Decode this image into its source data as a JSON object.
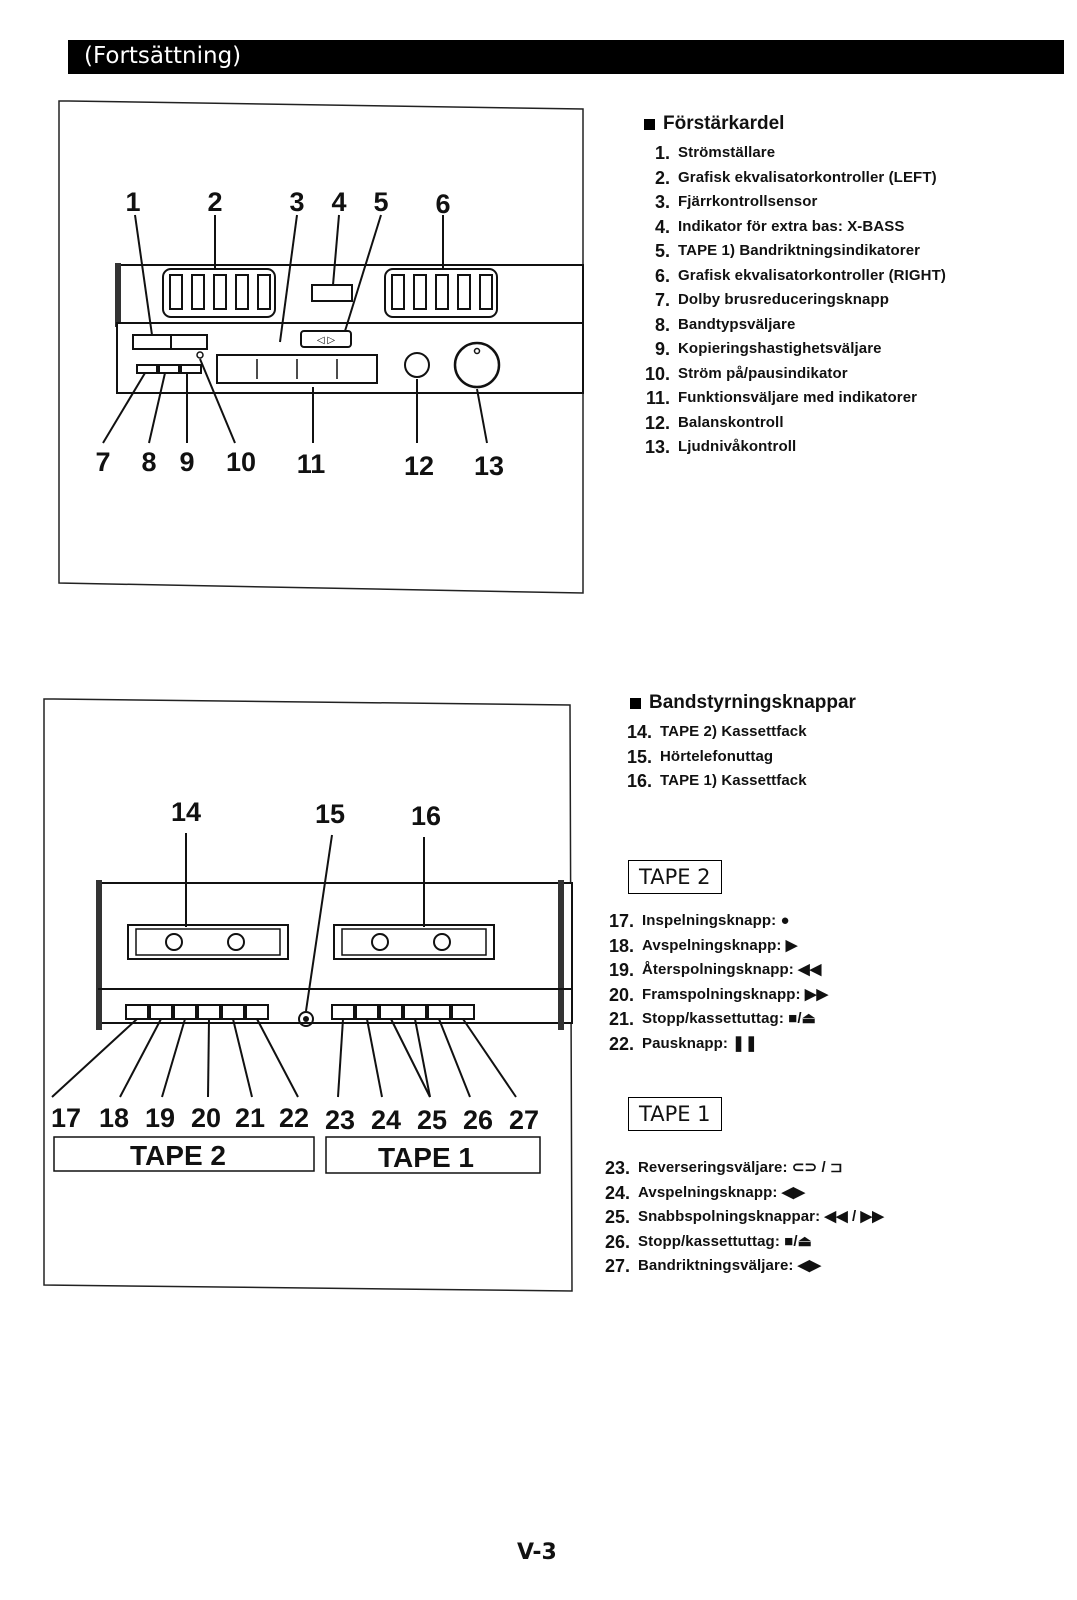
{
  "header": {
    "title": "(Fortsättning)"
  },
  "amp": {
    "title": "Förstärkardel",
    "items": [
      {
        "n": "1.",
        "t": "Strömställare"
      },
      {
        "n": "2.",
        "t": "Grafisk ekvalisatorkontroller (LEFT)"
      },
      {
        "n": "3.",
        "t": "Fjärrkontrollsensor"
      },
      {
        "n": "4.",
        "t": "Indikator för extra bas: X-BASS"
      },
      {
        "n": "5.",
        "t": "TAPE 1) Bandriktningsindikatorer"
      },
      {
        "n": "6.",
        "t": "Grafisk ekvalisatorkontroller (RIGHT)"
      },
      {
        "n": "7.",
        "t": "Dolby brusreduceringsknapp"
      },
      {
        "n": "8.",
        "t": "Bandtypsväljare"
      },
      {
        "n": "9.",
        "t": "Kopieringshastighetsväljare"
      },
      {
        "n": "10.",
        "t": "Ström på/pausindikator"
      },
      {
        "n": "11.",
        "t": "Funktionsväljare med indikatorer"
      },
      {
        "n": "12.",
        "t": "Balanskontroll"
      },
      {
        "n": "13.",
        "t": "Ljudnivåkontroll"
      }
    ],
    "callouts_top": [
      "1",
      "2",
      "3",
      "4",
      "5",
      "6"
    ],
    "callouts_bottom": [
      "7",
      "8",
      "9",
      "10",
      "11",
      "12",
      "13"
    ]
  },
  "tape": {
    "title": "Bandstyrningsknappar",
    "items": [
      {
        "n": "14.",
        "t": "TAPE 2) Kassettfack"
      },
      {
        "n": "15.",
        "t": "Hörtelefonuttag"
      },
      {
        "n": "16.",
        "t": "TAPE 1) Kassettfack"
      }
    ],
    "callouts_top": [
      "14",
      "15",
      "16"
    ],
    "callouts_bottom": [
      "17",
      "18",
      "19",
      "20",
      "21",
      "22",
      "23",
      "24",
      "25",
      "26",
      "27"
    ],
    "diagram_tape2": "TAPE 2",
    "diagram_tape1": "TAPE 1"
  },
  "tape2": {
    "label": "TAPE 2",
    "items": [
      {
        "n": "17.",
        "t": "Inspelningsknapp: ●"
      },
      {
        "n": "18.",
        "t": "Avspelningsknapp: ▶"
      },
      {
        "n": "19.",
        "t": "Återspolningsknapp: ◀◀"
      },
      {
        "n": "20.",
        "t": "Framspolningsknapp: ▶▶"
      },
      {
        "n": "21.",
        "t": "Stopp/kassettuttag: ■/⏏"
      },
      {
        "n": "22.",
        "t": "Pausknapp: ❚❚"
      }
    ]
  },
  "tape1": {
    "label": "TAPE 1",
    "items": [
      {
        "n": "23.",
        "t": "Reverseringsväljare: ⊂⊃ / ⊐"
      },
      {
        "n": "24.",
        "t": "Avspelningsknapp: ◀▶"
      },
      {
        "n": "25.",
        "t": "Snabbspolningsknappar: ◀◀ / ▶▶"
      },
      {
        "n": "26.",
        "t": "Stopp/kassettuttag: ■/⏏"
      },
      {
        "n": "27.",
        "t": "Bandriktningsväljare: ◀▶"
      }
    ]
  },
  "footer": {
    "page": "V-3"
  }
}
